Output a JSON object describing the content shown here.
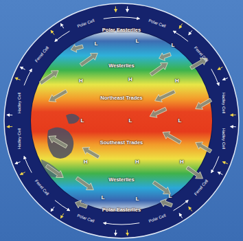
{
  "diagram": {
    "labels": [
      "Polar Cell",
      "Polar Cell",
      "Polar Easterlies",
      "Ferrel Cell",
      "Ferrel Cell",
      "L",
      "L",
      "L",
      "Westerlies",
      "H",
      "H",
      "H",
      "Hadley Cell",
      "Hadley Cell",
      "Northeast Trades",
      "L",
      "L",
      "L",
      "Hadley Cell",
      "Hadley Cell",
      "Southeast Trades",
      "H",
      "H",
      "H",
      "Westerlies",
      "Ferrel Cell",
      "Ferrel Cell",
      "L",
      "L",
      "L",
      "Polar Easterlies",
      "Polar Cell",
      "Polar Cell"
    ]
  }
}
